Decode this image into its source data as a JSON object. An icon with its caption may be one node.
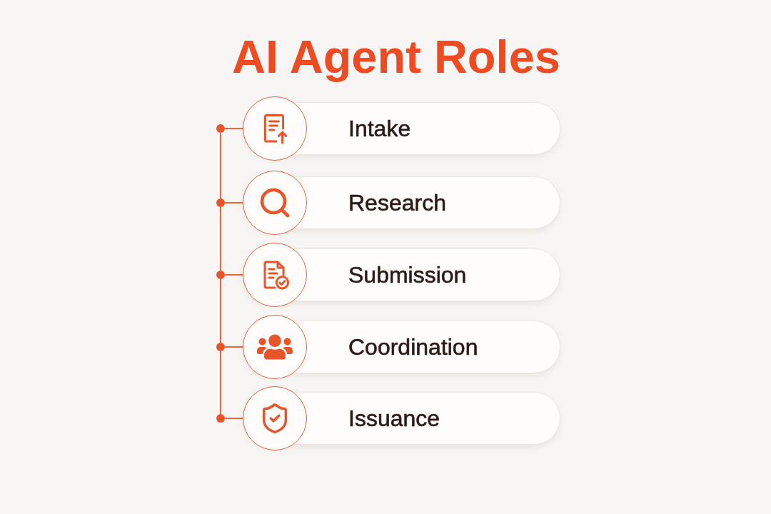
{
  "diagram": {
    "title": "AI Agent Roles",
    "nodes": [
      {
        "text": [],
        "shape": "circle"
      },
      {
        "text": [
          "Intake"
        ]
      },
      {
        "text": [],
        "shape": "circle"
      },
      {
        "text": [
          "Research"
        ]
      },
      {
        "text": [],
        "shape": "circle"
      },
      {
        "text": [
          "Submission"
        ]
      },
      {
        "text": [],
        "shape": "circle"
      },
      {
        "text": [
          "Coordination"
        ]
      },
      {
        "text": [],
        "shape": "circle"
      },
      {
        "text": [
          "Issuance"
        ]
      }
    ],
    "edges": [
      {
        "from": 0,
        "to": 1,
        "arrow": "none"
      },
      {
        "from": 0,
        "to": 2,
        "arrow": "none"
      },
      {
        "from": 2,
        "to": 3,
        "arrow": "none"
      },
      {
        "from": 2,
        "to": 4,
        "arrow": "none"
      },
      {
        "from": 4,
        "to": 5,
        "arrow": "none"
      },
      {
        "from": 4,
        "to": 6,
        "arrow": "none"
      },
      {
        "from": 6,
        "to": 7,
        "arrow": "none"
      },
      {
        "from": 6,
        "to": 8,
        "arrow": "none"
      },
      {
        "from": 8,
        "to": 9,
        "arrow": "none"
      }
    ]
  }
}
